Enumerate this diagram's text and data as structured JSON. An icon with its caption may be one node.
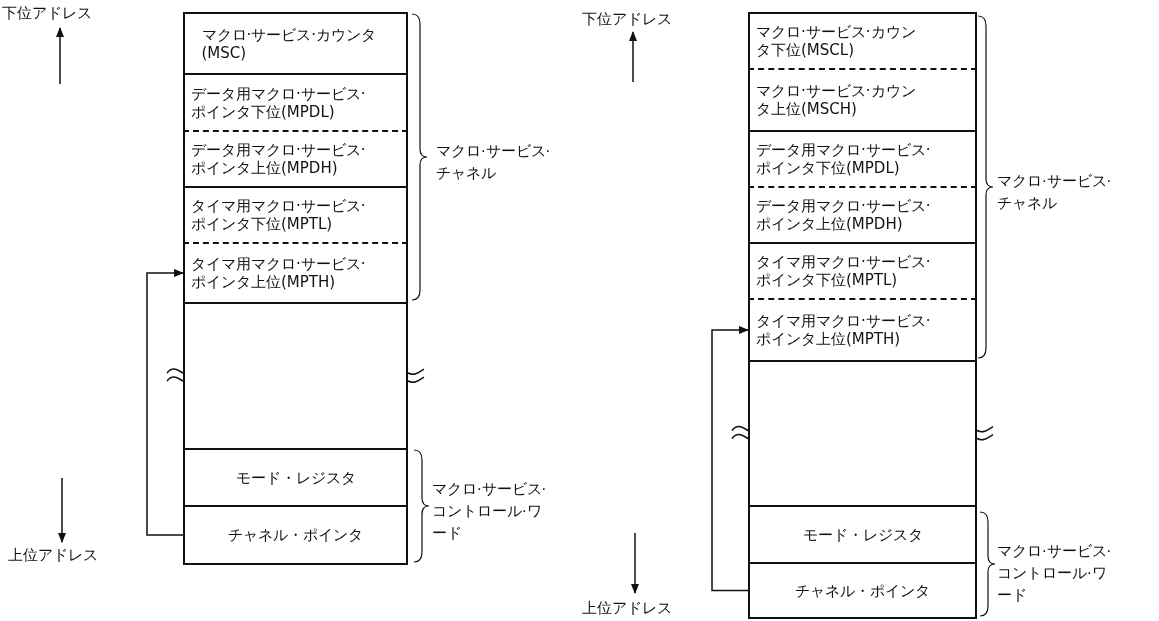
{
  "diagram": {
    "nodes": [
      {
        "text": [
          "マクロ·サービス·カウンタ(MSC)"
        ]
      },
      {
        "text": [
          "データ用マクロ·サービス·ポインタ下位(MPDL)"
        ]
      },
      {
        "text": [
          "データ用マクロ·サービス·ポインタ上位(MPDH)"
        ]
      },
      {
        "text": [
          "タイマ用マクロ·サービス·ポインタ下位(MPTL)"
        ]
      },
      {
        "text": [
          "タイマ用マクロ·サービス·ポインタ上位(MPTH)"
        ]
      },
      {
        "text": [],
        "shape": "box"
      },
      {
        "text": [
          "モード・レジスタ"
        ]
      },
      {
        "text": [
          "チャネル・ポインタ"
        ]
      },
      {
        "text": [
          "マクロ·サービス·カウンタ下位(MSCL)"
        ]
      },
      {
        "text": [
          "マクロ·サービス·カウンタ上位(MSCH)"
        ]
      },
      {
        "text": [
          "データ用マクロ·サービス·ポインタ下位(MPDL)"
        ]
      },
      {
        "text": [
          "データ用マクロ·サービス·ポインタ上位(MPDH)"
        ]
      },
      {
        "text": [
          "タイマ用マクロ·サービス·ポインタ下位(MPTL)"
        ]
      },
      {
        "text": [
          "タイマ用マクロ·サービス·ポインタ上位(MPTH)"
        ]
      },
      {
        "text": [],
        "shape": "box"
      },
      {
        "text": [
          "モード・レジスタ"
        ]
      },
      {
        "text": [
          "チャネル・ポインタ"
        ]
      }
    ],
    "edges": [
      {
        "from": 7,
        "to": 4,
        "arrow": "to"
      },
      {
        "from": 16,
        "to": 13,
        "arrow": "to"
      }
    ],
    "labels": [
      "下位アドレス",
      "マクロ·サービス·チャネル",
      "マクロ·サービス·コントロール·ワード",
      "上位アドレス",
      "下位アドレス",
      "マクロ·サービス·チャネル",
      "マクロ·サービス·コントロール·ワード",
      "上位アドレス"
    ]
  }
}
